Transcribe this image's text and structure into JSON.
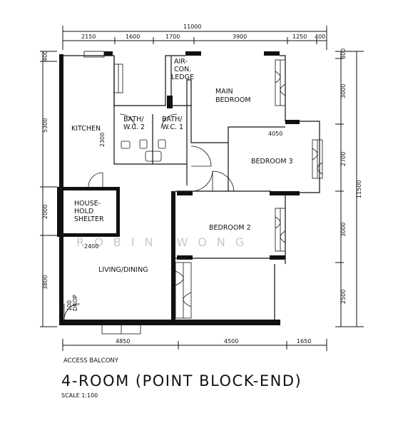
{
  "title": "4-ROOM (POINT BLOCK-END)",
  "scale": "SCALE  1:100",
  "access_balcony": "ACCESS BALCONY",
  "watermark": "ROBIN WONG",
  "rooms": {
    "kitchen": "KITCHEN",
    "bath2": [
      "BATH/",
      "W.C. 2"
    ],
    "bath1": [
      "BATH/",
      "W.C. 1"
    ],
    "aircon": [
      "AIR-",
      "CON.",
      "LEDGE"
    ],
    "main_bedroom": [
      "MAIN",
      "BEDROOM"
    ],
    "bedroom3": "BEDROOM  3",
    "bedroom2": "BEDROOM  2",
    "household_shelter": [
      "HOUSE-",
      "HOLD",
      "SHELTER"
    ],
    "living_dining": "LIVING/DINING",
    "refuse_chute": [
      "100",
      "DROP"
    ]
  },
  "dimensions": {
    "overall_width": "11000",
    "overall_height": "11500",
    "top": [
      "2150",
      "1600",
      "1700",
      "3900",
      "1250",
      "400"
    ],
    "bottom": [
      "4850",
      "4500",
      "1650"
    ],
    "left": [
      "400",
      "5300",
      "2000",
      "3800"
    ],
    "right": [
      "300",
      "3000",
      "2700",
      "3000",
      "2500"
    ],
    "bath_height": "2300",
    "bedroom3_width": "4050",
    "shelter_width": "2400"
  }
}
